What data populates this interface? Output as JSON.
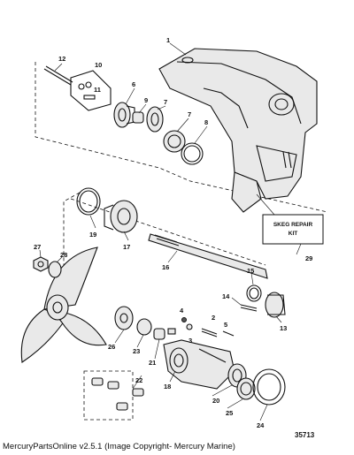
{
  "diagram": {
    "id": "35713",
    "skeg_label_line1": "SKEG REPAIR",
    "skeg_label_line2": "KIT",
    "callouts": [
      {
        "key": "p1",
        "label": "1"
      },
      {
        "key": "p2",
        "label": "2"
      },
      {
        "key": "p3",
        "label": "3"
      },
      {
        "key": "p4",
        "label": "4"
      },
      {
        "key": "p5",
        "label": "5"
      },
      {
        "key": "p6",
        "label": "6"
      },
      {
        "key": "p7a",
        "label": "7"
      },
      {
        "key": "p7b",
        "label": "7"
      },
      {
        "key": "p8",
        "label": "8"
      },
      {
        "key": "p9",
        "label": "9"
      },
      {
        "key": "p10",
        "label": "10"
      },
      {
        "key": "p11",
        "label": "11"
      },
      {
        "key": "p12",
        "label": "12"
      },
      {
        "key": "p13",
        "label": "13"
      },
      {
        "key": "p14",
        "label": "14"
      },
      {
        "key": "p15",
        "label": "15"
      },
      {
        "key": "p16",
        "label": "16"
      },
      {
        "key": "p17",
        "label": "17"
      },
      {
        "key": "p18",
        "label": "18"
      },
      {
        "key": "p19",
        "label": "19"
      },
      {
        "key": "p20",
        "label": "20"
      },
      {
        "key": "p21",
        "label": "21"
      },
      {
        "key": "p22",
        "label": "22"
      },
      {
        "key": "p23",
        "label": "23"
      },
      {
        "key": "p24",
        "label": "24"
      },
      {
        "key": "p25",
        "label": "25"
      },
      {
        "key": "p26",
        "label": "26"
      },
      {
        "key": "p27",
        "label": "27"
      },
      {
        "key": "p28",
        "label": "28"
      },
      {
        "key": "p29",
        "label": "29"
      }
    ]
  },
  "footer": {
    "text": "MercuryPartsOnline v2.5.1 (Image Copyright- Mercury Marine)"
  }
}
